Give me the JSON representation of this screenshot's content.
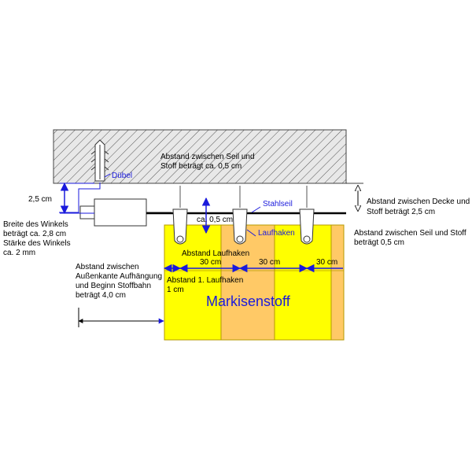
{
  "colors": {
    "fabric_main": "#ffff00",
    "fabric_alt": "#ffc966",
    "blue_accent": "#1a1adc",
    "ceiling_fill": "#e8e8e8",
    "cable": "#000000"
  },
  "labels": {
    "gap_cable_fabric_top": [
      "Abstand zwischen Seil und",
      "Stoff beträgt ca. 0,5 cm"
    ],
    "duebel": "Dübel",
    "stahlseil": "Stahlseil",
    "gap_ceiling_cable": [
      "Abstand zwischen Decke und",
      "Stoff beträgt 2,5 cm"
    ],
    "dim_2_5": "2,5 cm",
    "bracket_width": [
      "Breite des Winkels",
      "beträgt ca. 2,8 cm",
      "Stärke des Winkels",
      "ca. 2 mm"
    ],
    "ca_0_5": "ca. 0,5 cm",
    "laufhaken": "Laufhaken",
    "gap_cable_fabric_right": [
      "Abstand zwischen Seil und Stoff",
      "beträgt 0,5 cm"
    ],
    "abstand_laufhaken": "Abstand Laufhaken",
    "dim_30_a": "30 cm",
    "dim_30_b": "30 cm",
    "dim_30_c": "30 cm",
    "outer_edge_gap": [
      "Abstand zwischen",
      "Außenkante Aufhängung",
      "und Beginn Stoffbahn",
      "beträgt 4,0 cm"
    ],
    "first_hook": [
      "Abstand 1. Laufhaken",
      "1 cm"
    ],
    "markisenstoff": "Markisenstoff"
  }
}
